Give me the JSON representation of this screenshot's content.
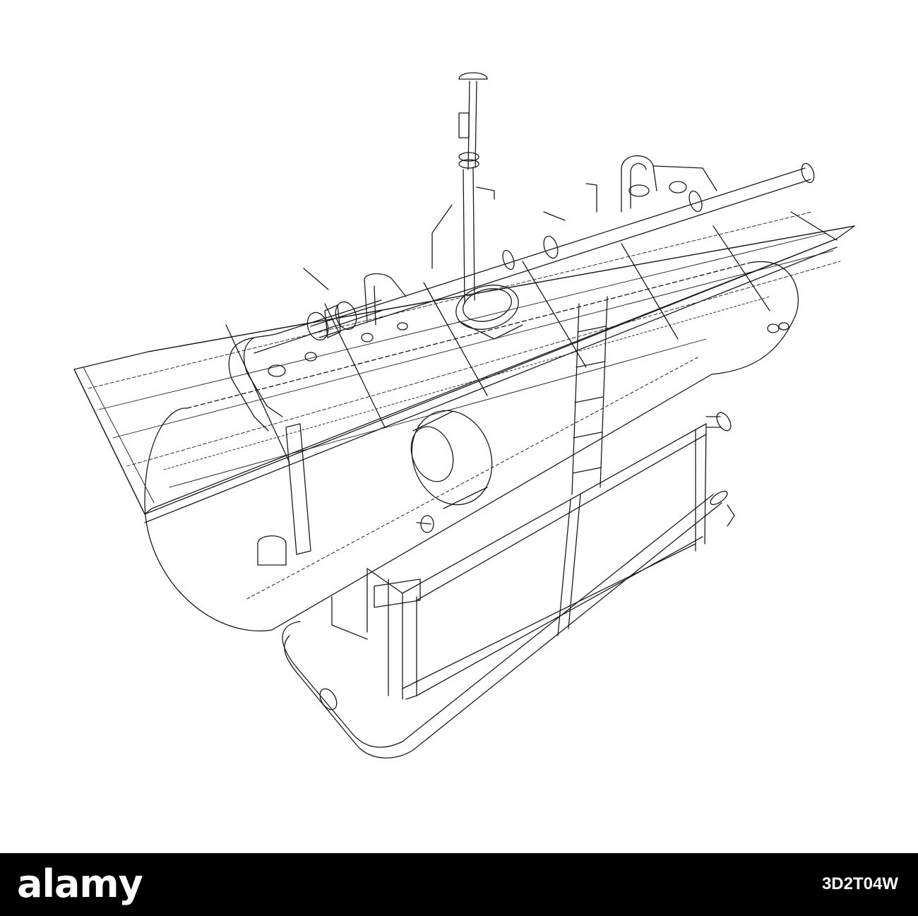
{
  "watermark": {
    "brand": "alamy",
    "image_id": "3D2T04W",
    "background_color": "#000000",
    "text_color": "#ffffff"
  },
  "drawing": {
    "subject": "wireframe-industrial-separator-tank-on-steel-frame",
    "line_color": "#1a1a1a"
  }
}
